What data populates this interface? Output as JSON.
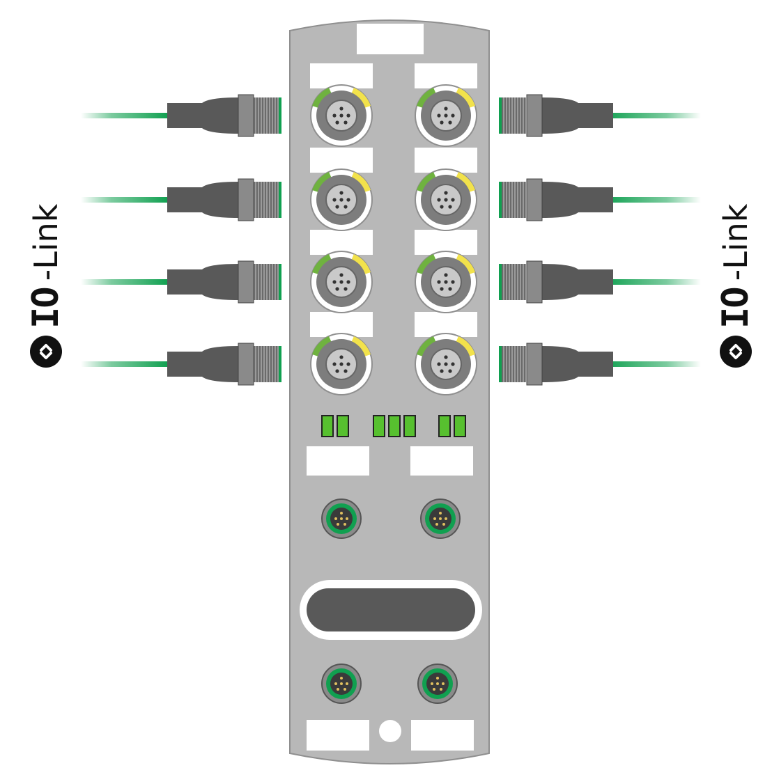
{
  "brand": {
    "io": "IO",
    "dash_link": "-Link"
  },
  "colors": {
    "module_body": "#b8b8b8",
    "module_outline": "#8f8f8f",
    "label_field": "#ffffff",
    "port_face": "#7d7d7d",
    "port_green": "#6fb23f",
    "port_yellow": "#f2e24b",
    "cable_green": "#10a050",
    "connector_dark": "#595959",
    "led_green": "#57c02f"
  },
  "icons": [
    "io-link-logo-icon",
    "m12-port-icon",
    "cable-connector-icon",
    "led-icon",
    "m8-port-icon"
  ],
  "module": {
    "io_ports": 8,
    "io_port_columns": 2,
    "io_port_rows": 4,
    "status_leds": 7,
    "network_ports": 2,
    "power_ports": 2
  }
}
